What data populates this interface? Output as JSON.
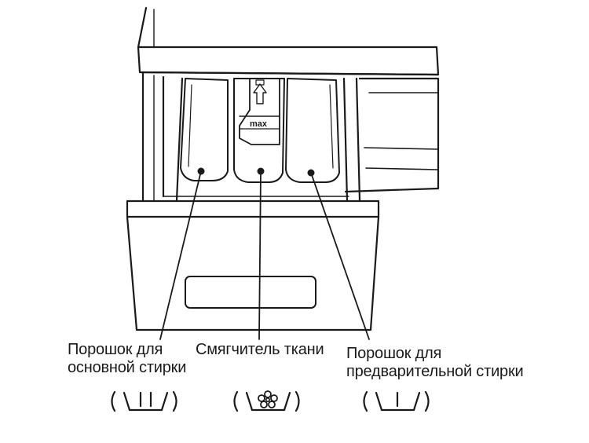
{
  "drawer": {
    "softener_marker": "max"
  },
  "compartments": [
    {
      "id": "main-wash",
      "label_lines": [
        "Порошок для",
        "основной стирки"
      ],
      "symbol": "wash-two-bars-icon"
    },
    {
      "id": "softener",
      "label_lines": [
        "Смягчитель ткани"
      ],
      "symbol": "flower-icon"
    },
    {
      "id": "prewash",
      "label_lines": [
        "Порошок для",
        "предварительной стирки"
      ],
      "symbol": "wash-one-bar-icon"
    }
  ],
  "colors": {
    "stroke": "#1a1a1a",
    "background": "#ffffff"
  }
}
